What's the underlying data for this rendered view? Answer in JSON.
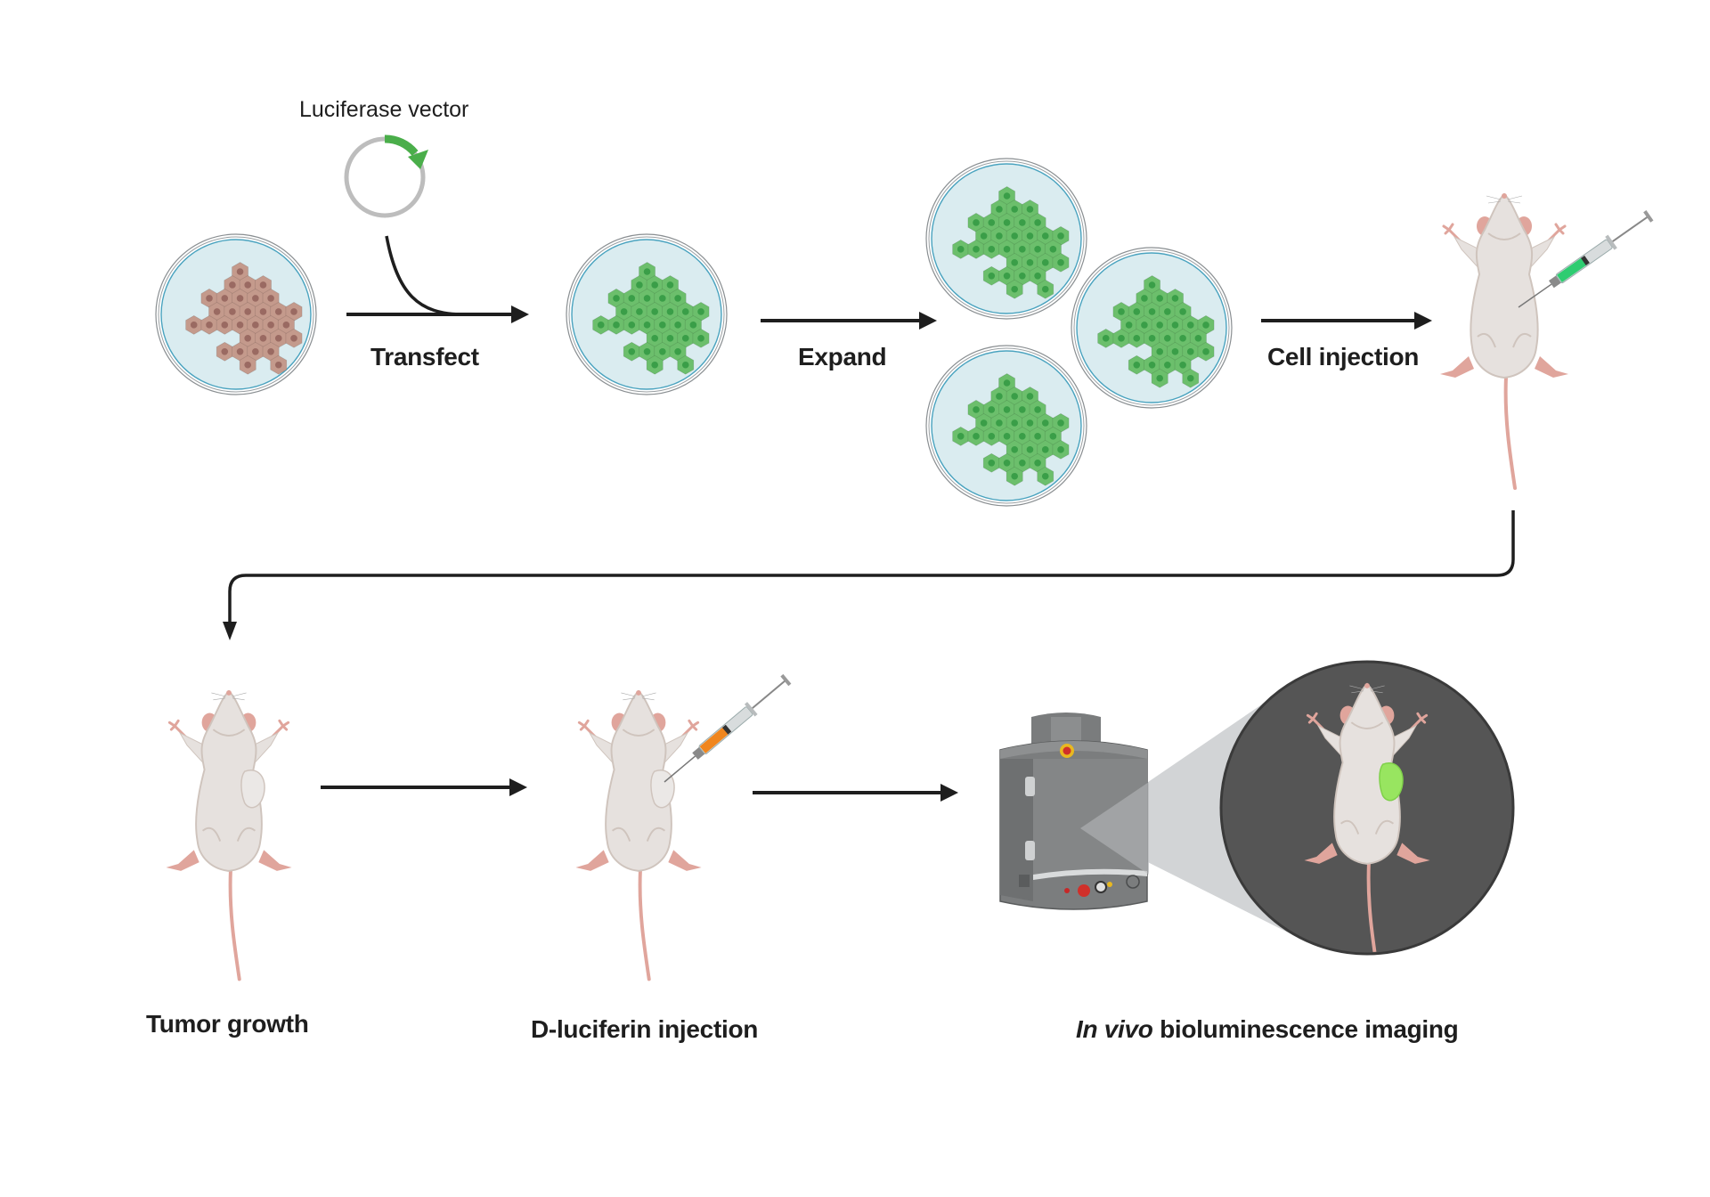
{
  "figure": {
    "title": "Luciferase bioluminescence tumor imaging workflow",
    "colors": {
      "background": "#ffffff",
      "arrow": "#1e1e1e",
      "dish_fill": "#daecf0",
      "dish_rim": "#8a9aa0",
      "dish_inner_rim": "#4aa3bf",
      "cell_untransfected": "#c49a8c",
      "nucleus_untransfected": "#9a6a62",
      "cell_transfected": "#6cbf6c",
      "nucleus_transfected": "#3a9e48",
      "plasmid_ring": "#bdbdbd",
      "plasmid_gene": "#4aae4a",
      "mouse_body": "#e6e1de",
      "mouse_shade": "#cfc4bd",
      "mouse_pink": "#e0a59c",
      "syringe_green": "#2ecc71",
      "syringe_orange": "#f0861e",
      "imager_body": "#7b7d7e",
      "imager_dark": "#5f6162",
      "view_circle": "#555555",
      "bioluminescence": "#98e560",
      "light_cone": "#d2d4d6"
    }
  },
  "labels": {
    "vector": "Luciferase vector",
    "transfect": "Transfect",
    "expand": "Expand",
    "cell_injection": "Cell injection",
    "tumor_growth": "Tumor growth",
    "luciferin_injection": "D-luciferin injection",
    "imaging_italic": "In vivo",
    "imaging_rest": " bioluminescence imaging"
  },
  "steps": [
    {
      "id": "parental-cells",
      "label": "",
      "icon": "petri-dish-icon"
    },
    {
      "id": "transfect",
      "label": "Transfect",
      "icon": "plasmid-icon"
    },
    {
      "id": "expand",
      "label": "Expand",
      "icon": "petri-dish-icon"
    },
    {
      "id": "cell-injection",
      "label": "Cell injection",
      "icon": "syringe-icon"
    },
    {
      "id": "tumor-growth",
      "label": "Tumor growth",
      "icon": "mouse-icon"
    },
    {
      "id": "d-luciferin-injection",
      "label": "D-luciferin injection",
      "icon": "syringe-icon"
    },
    {
      "id": "in-vivo-imaging",
      "label": "In vivo bioluminescence imaging",
      "icon": "imager-icon"
    }
  ]
}
